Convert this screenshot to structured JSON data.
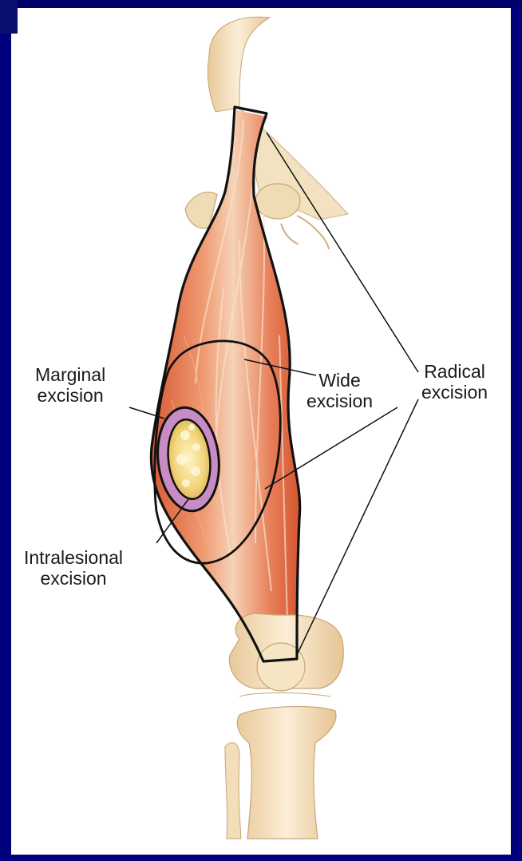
{
  "labels": {
    "marginal": {
      "line1": "Marginal",
      "line2": "excision"
    },
    "wide": {
      "line1": "Wide",
      "line2": "excision"
    },
    "radical": {
      "line1": "Radical",
      "line2": "excision"
    },
    "intralesional": {
      "line1": "Intralesional",
      "line2": "excision"
    }
  },
  "colors": {
    "background": "#01017c",
    "panel": "#ffffff",
    "bone": "#f4dfb8",
    "muscle": "#de6f47",
    "tumor_capsule": "#c98bc4",
    "tumor": "#f1d37a",
    "outline": "#111111"
  }
}
